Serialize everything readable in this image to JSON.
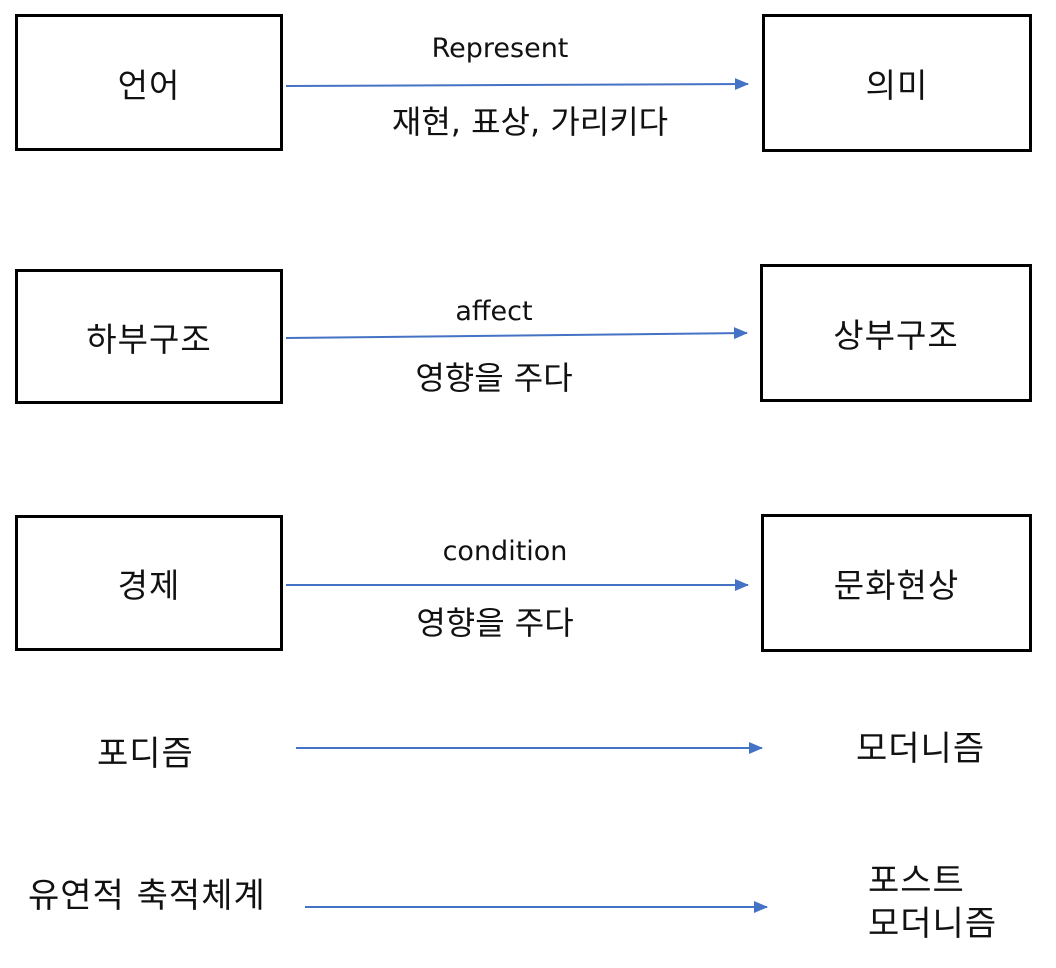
{
  "colors": {
    "arrow": "#4472C4",
    "box-border": "#000000",
    "text": "#111111",
    "background": "#ffffff"
  },
  "diagram": {
    "rows": [
      {
        "left_box": "언어",
        "right_box": "의미",
        "arrow_label_top": "Represent",
        "arrow_label_bottom": "재현, 표상, 가리키다"
      },
      {
        "left_box": "하부구조",
        "right_box": "상부구조",
        "arrow_label_top": "affect",
        "arrow_label_bottom": "영향을 주다"
      },
      {
        "left_box": "경제",
        "right_box": "문화현상",
        "arrow_label_top": "condition",
        "arrow_label_bottom": "영향을 주다"
      }
    ],
    "plain_rows": [
      {
        "left_text": "포디즘",
        "right_text": "모더니즘"
      },
      {
        "left_text": "유연적 축적체계",
        "right_text_line1": "포스트",
        "right_text_line2": "모더니즘"
      }
    ]
  }
}
